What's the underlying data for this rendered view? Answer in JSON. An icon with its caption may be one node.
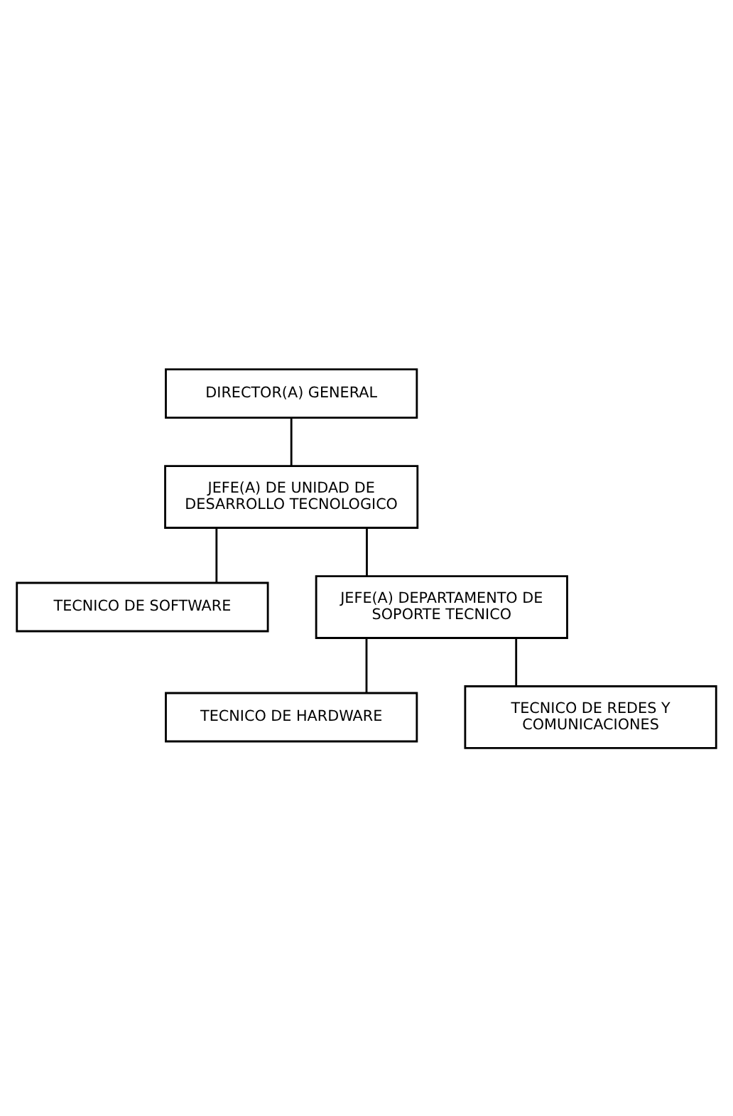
{
  "diagram": {
    "nodes": [
      {
        "text": [
          "DIRECTOR(A) GENERAL"
        ]
      },
      {
        "text": [
          "JEFE(A) DE UNIDAD DE DESARROLLO TECNOLOGICO"
        ]
      },
      {
        "text": [
          "TECNICO DE SOFTWARE"
        ]
      },
      {
        "text": [
          "JEFE(A) DEPARTAMENTO DE SOPORTE TECNICO"
        ]
      },
      {
        "text": [
          "TECNICO DE HARDWARE"
        ]
      },
      {
        "text": [
          "TECNICO DE REDES Y COMUNICACIONES"
        ]
      }
    ],
    "edges": [
      {
        "from": 0,
        "to": 1,
        "arrow": "none"
      },
      {
        "from": 1,
        "to": 2,
        "arrow": "none"
      },
      {
        "from": 1,
        "to": 3,
        "arrow": "none"
      },
      {
        "from": 3,
        "to": 4,
        "arrow": "none"
      },
      {
        "from": 3,
        "to": 5,
        "arrow": "none"
      }
    ]
  }
}
